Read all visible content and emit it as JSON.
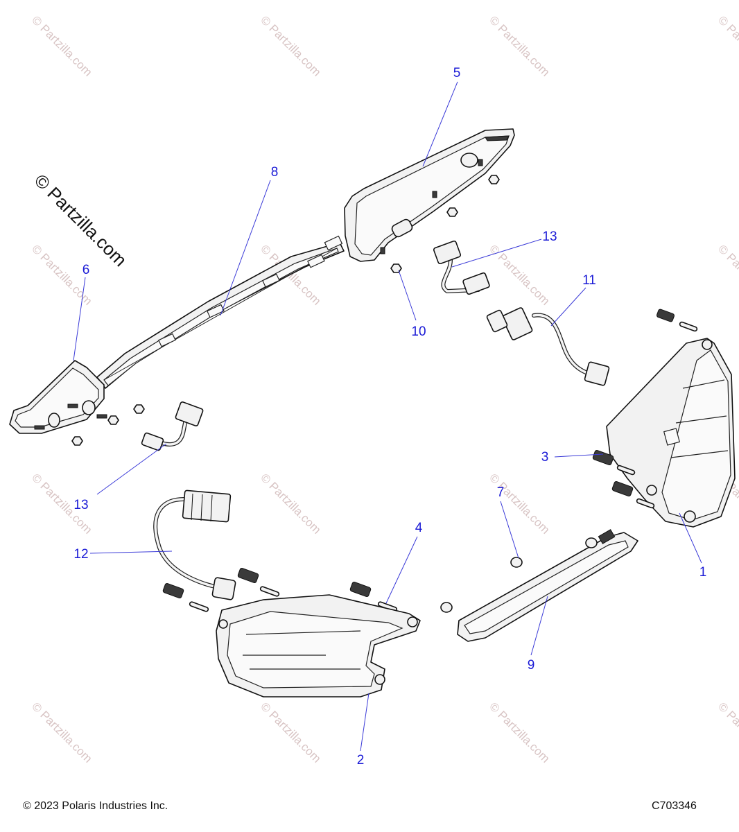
{
  "watermark_text": "© Partzilla.com",
  "side_watermark_text": "© Partzilla.com",
  "footer": {
    "copyright": "© 2023 Polaris Industries Inc.",
    "drawing_id": "C703346"
  },
  "callouts": [
    {
      "id": "c1",
      "label": "1"
    },
    {
      "id": "c2",
      "label": "2"
    },
    {
      "id": "c3",
      "label": "3"
    },
    {
      "id": "c4",
      "label": "4"
    },
    {
      "id": "c5",
      "label": "5"
    },
    {
      "id": "c6",
      "label": "6"
    },
    {
      "id": "c7",
      "label": "7"
    },
    {
      "id": "c8",
      "label": "8"
    },
    {
      "id": "c9",
      "label": "9"
    },
    {
      "id": "c10",
      "label": "10"
    },
    {
      "id": "c11",
      "label": "11"
    },
    {
      "id": "c12",
      "label": "12"
    },
    {
      "id": "c13a",
      "label": "13"
    },
    {
      "id": "c13b",
      "label": "13"
    }
  ],
  "colors": {
    "callout": "#1a1ad6",
    "watermark": "#d8c4c4",
    "line": "#111111"
  }
}
